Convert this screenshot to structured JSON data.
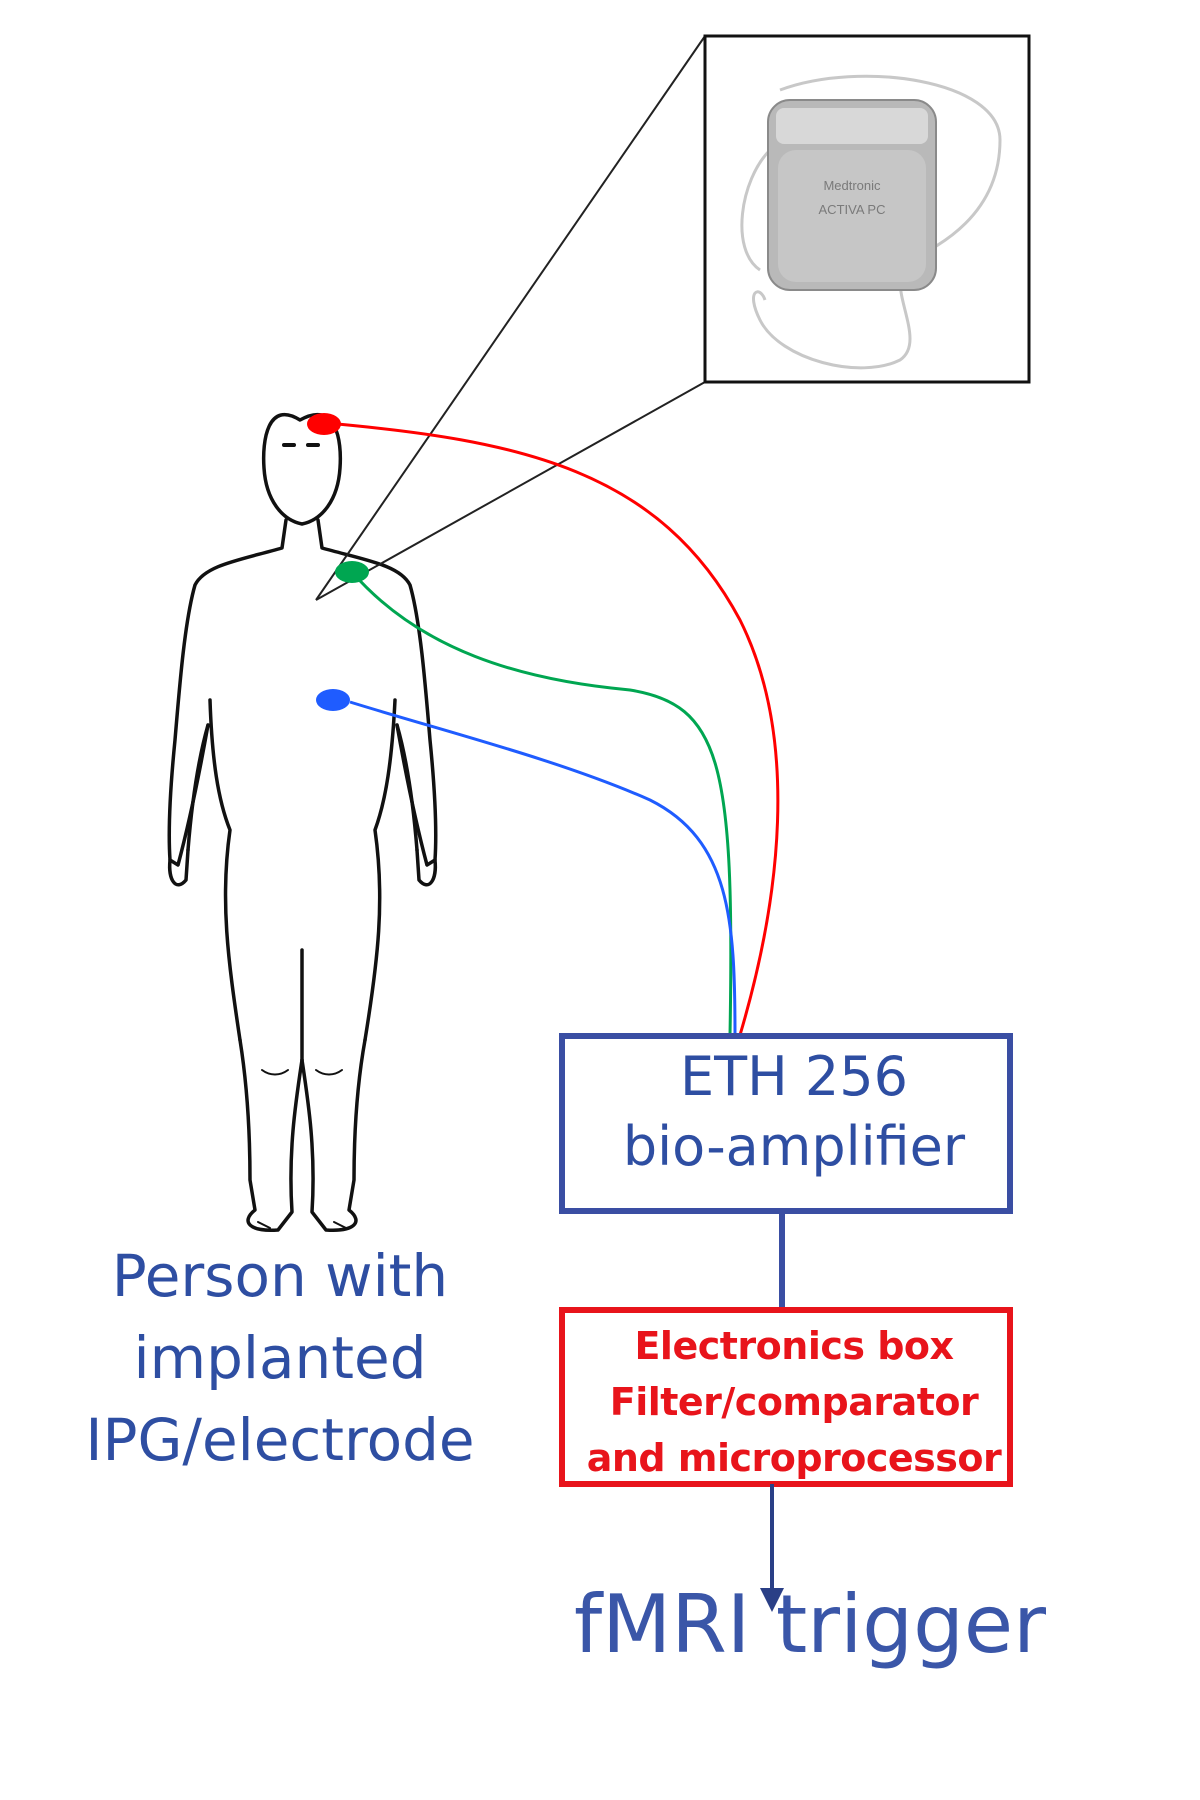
{
  "person": {
    "caption_lines": [
      "Person with",
      "implanted",
      "IPG/electrode"
    ]
  },
  "electrodes": [
    {
      "name": "head",
      "color": "#ff0000"
    },
    {
      "name": "chest",
      "color": "#00a651"
    },
    {
      "name": "abdomen",
      "color": "#1f5cff"
    }
  ],
  "inset": {
    "device_brand": "Medtronic",
    "device_model": "ACTIVA PC"
  },
  "amplifier": {
    "label_lines": [
      "ETH 256",
      "bio-amplifier"
    ],
    "border_color": "#3a4ea3"
  },
  "electronics_box": {
    "label_lines": [
      "Electronics box",
      "Filter/comparator",
      "and microprocessor"
    ],
    "border_color": "#e8141b"
  },
  "output": {
    "label": "fMRI trigger",
    "arrow_color": "#2a3f86"
  }
}
